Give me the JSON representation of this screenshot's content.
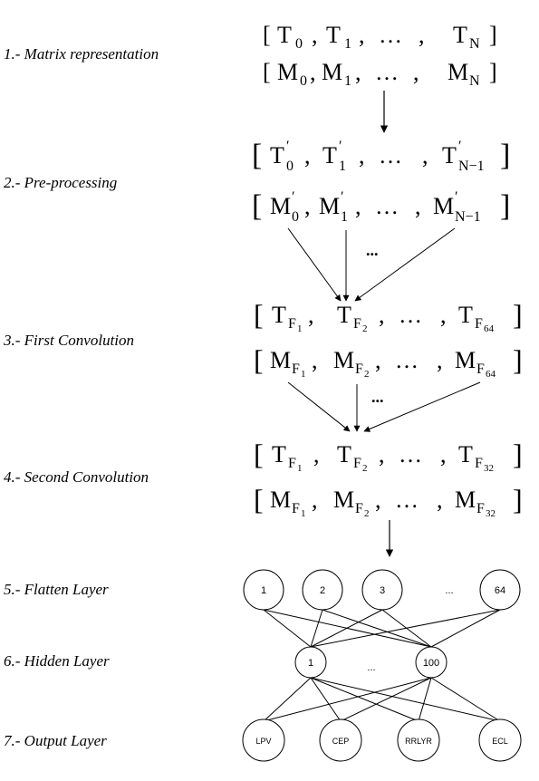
{
  "steps": [
    {
      "label": "1.- Matrix representation"
    },
    {
      "label": "2.- Pre-processing"
    },
    {
      "label": "3.- First Convolution"
    },
    {
      "label": "4.- Second Convolution"
    },
    {
      "label": "5.- Flatten Layer"
    },
    {
      "label": "6.- Hidden Layer"
    },
    {
      "label": "7.- Output Layer"
    }
  ],
  "symbols": {
    "T": "T",
    "M": "M",
    "F": "F",
    "idx0": "0",
    "idx1": "1",
    "idx2": "2",
    "N": "N",
    "Nm1": "N−1",
    "n64": "64",
    "n32": "32",
    "prime": "′",
    "comma": ",",
    "ellipsis": "…",
    "lbracket": "[",
    "rbracket": "]"
  },
  "connector_dots": "...",
  "flatten_nodes": [
    "1",
    "2",
    "3",
    "64"
  ],
  "flatten_ellipsis": "...",
  "hidden_nodes": [
    "1",
    "100"
  ],
  "hidden_ellipsis": "...",
  "output_nodes": [
    "LPV",
    "CEP",
    "RRLYR",
    "ECL"
  ]
}
